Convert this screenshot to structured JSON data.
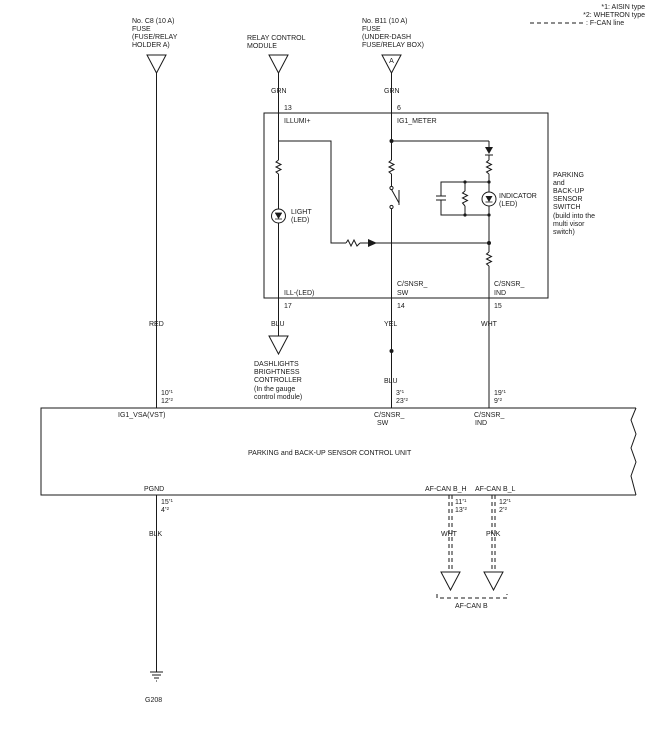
{
  "legend": {
    "aisin": "*1: AISIN type",
    "whetron": "*2: WHETRON type",
    "fcan": ": F-CAN line"
  },
  "sources": {
    "fuse_c8": [
      "No. C8 (10 A)",
      "FUSE",
      "(FUSE/RELAY",
      "HOLDER A)"
    ],
    "relay": [
      "RELAY CONTROL",
      "MODULE"
    ],
    "fuse_b11": [
      "No. B11 (10 A)",
      "FUSE",
      "(UNDER-DASH",
      "FUSE/RELAY BOX)"
    ],
    "fuse_b11_mark": "A"
  },
  "wires": {
    "grn1": "GRN",
    "grn2": "GRN",
    "red": "RED",
    "blu1": "BLU",
    "yel": "YEL",
    "wht": "WHT",
    "blu2": "BLU",
    "blk": "BLK",
    "wht2": "WHT",
    "pnk": "PNK"
  },
  "switch_unit": {
    "pin_illumi": "13",
    "pin_ig1": "6",
    "label_illumi": "ILLUMI+",
    "label_ig1": "IG1_METER",
    "light": [
      "LIGHT",
      "(LED)"
    ],
    "indicator": [
      "INDICATOR",
      "(LED)"
    ],
    "name": [
      "PARKING",
      "and",
      "BACK-UP",
      "SENSOR",
      "SWITCH",
      "(build into the",
      "multi visor",
      "switch)"
    ],
    "ill_led": "ILL-(LED)",
    "csnsr_sw": [
      "C/SNSR_",
      "SW"
    ],
    "csnsr_ind": [
      "C/SNSR_",
      "IND"
    ],
    "pin_ill": "17",
    "pin_sw": "14",
    "pin_ind": "15"
  },
  "dashlights": [
    "DASHLIGHTS",
    "BRIGHTNESS",
    "CONTROLLER",
    "(In the gauge",
    "control module)"
  ],
  "control_unit": {
    "name": "PARKING and BACK-UP SENSOR CONTROL UNIT",
    "ig1_vsa": "IG1_VSA(VST)",
    "ig1_pins": [
      "10",
      "*1",
      "12",
      "*2"
    ],
    "csnsr_sw": [
      "C/SNSR_",
      "SW"
    ],
    "sw_pins": [
      "3",
      "*1",
      "23",
      "*2"
    ],
    "csnsr_ind": [
      "C/SNSR_",
      "IND"
    ],
    "ind_pins": [
      "19",
      "*1",
      "9",
      "*2"
    ],
    "pgnd": "PGND",
    "pgnd_pins": [
      "15",
      "*1",
      "4",
      "*2"
    ],
    "afcan_h": "AF-CAN B_H",
    "h_pins": [
      "11",
      "*1",
      "13",
      "*2"
    ],
    "afcan_l": "AF-CAN B_L",
    "l_pins": [
      "12",
      "*1",
      "2",
      "*2"
    ]
  },
  "ground": "G208",
  "afcan_group": "AF-CAN B"
}
